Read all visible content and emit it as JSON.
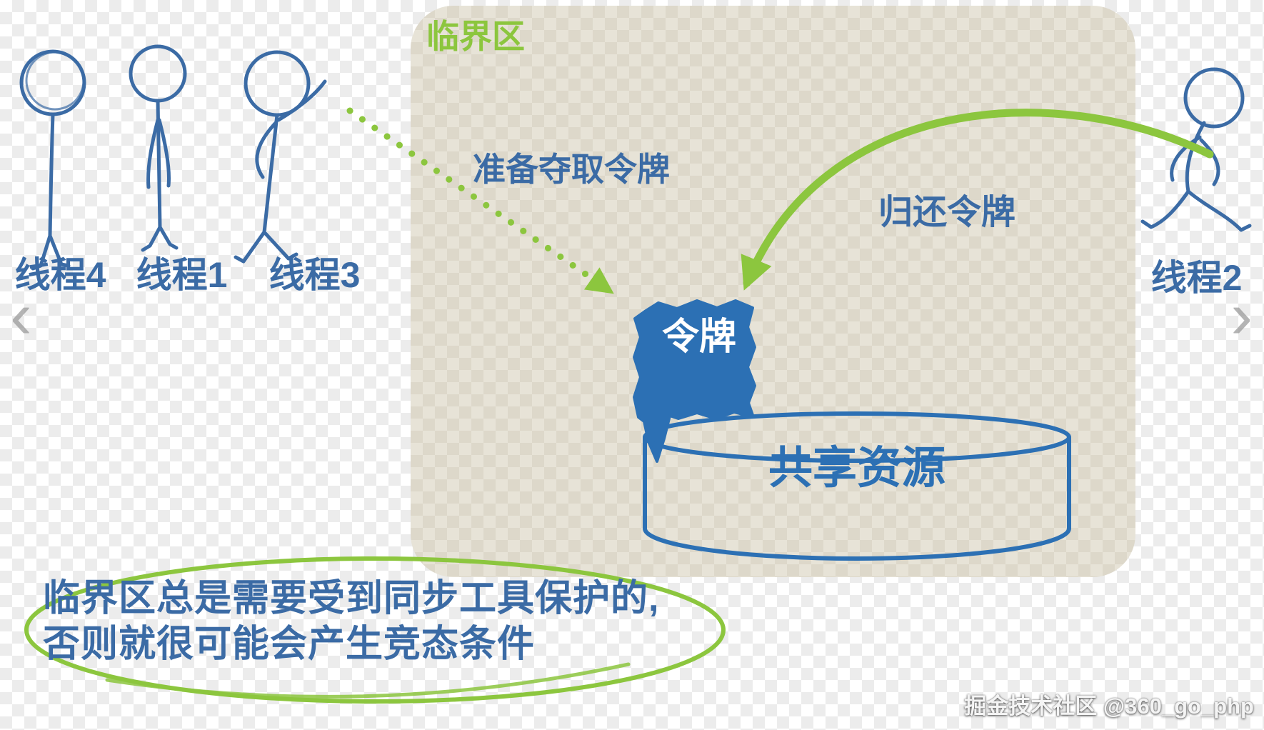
{
  "diagram": {
    "zone_title": "临界区",
    "threads": [
      {
        "label": "线程4"
      },
      {
        "label": "线程1"
      },
      {
        "label": "线程3"
      },
      {
        "label": "线程2"
      }
    ],
    "grab_arrow_label": "准备夺取令牌",
    "return_arrow_label": "归还令牌",
    "token_label": "令牌",
    "shared_resource_label": "共享资源",
    "note": {
      "line1": "临界区总是需要受到同步工具保护的,",
      "line2": "否则就很可能会产生竞态条件"
    },
    "colors": {
      "sketch_blue": "#3b6ba5",
      "accent_green": "#8cc63e",
      "token_blue": "#2c70b4"
    }
  },
  "icons": {
    "prev": "‹",
    "next": "›"
  },
  "page": {
    "watermark": "掘金技术社区 @360_go_php"
  }
}
